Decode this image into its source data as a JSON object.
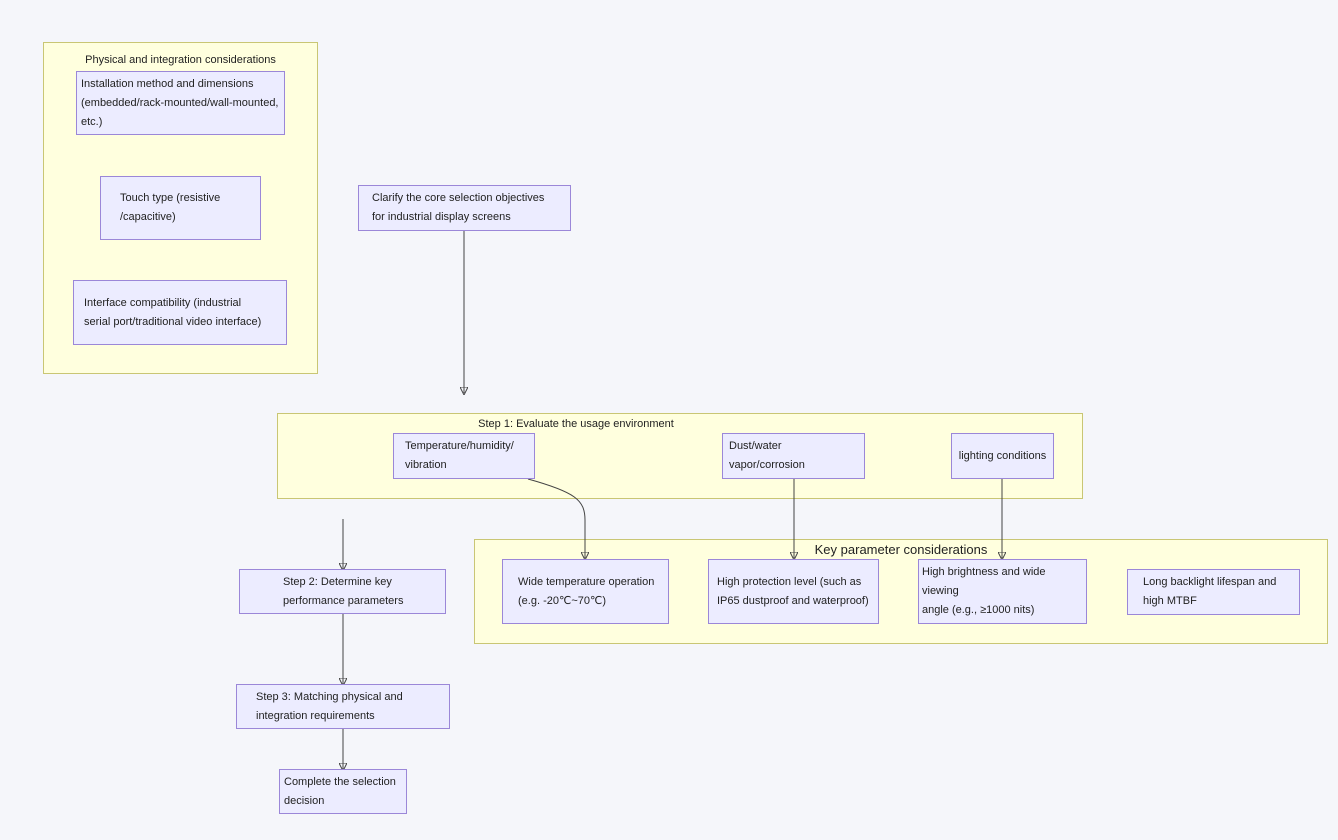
{
  "clusters": {
    "physical": {
      "title": "Physical and integration considerations"
    },
    "step1": {
      "title": "Step 1: Evaluate the usage environment"
    },
    "key_params": {
      "title": "Key parameter considerations"
    }
  },
  "nodes": {
    "install_method": "Installation method and dimensions\n (embedded/rack-mounted/wall-mounted,\netc.)",
    "touch_type": "Touch type (resistive\n/capacitive)",
    "interface_compat": "Interface compatibility (industrial\n serial port/traditional video interface)",
    "core_objectives": "Clarify the core selection objectives\nfor industrial display screens",
    "temp_humidity": "Temperature/humidity/\nvibration",
    "dust_water": "Dust/water vapor/corrosion",
    "lighting": "lighting conditions",
    "wide_temp": "Wide temperature operation\n (e.g. -20℃~70℃)",
    "protection": "High protection level (such as\nIP65 dustproof and waterproof)",
    "brightness": "High brightness and wide viewing\nangle (e.g., ≥1000 nits)",
    "backlight": "Long backlight lifespan and\nhigh MTBF",
    "step2": "Step 2: Determine key\nperformance parameters",
    "step3": "Step 3: Matching physical and\nintegration requirements",
    "complete": "Complete the selection\ndecision"
  }
}
